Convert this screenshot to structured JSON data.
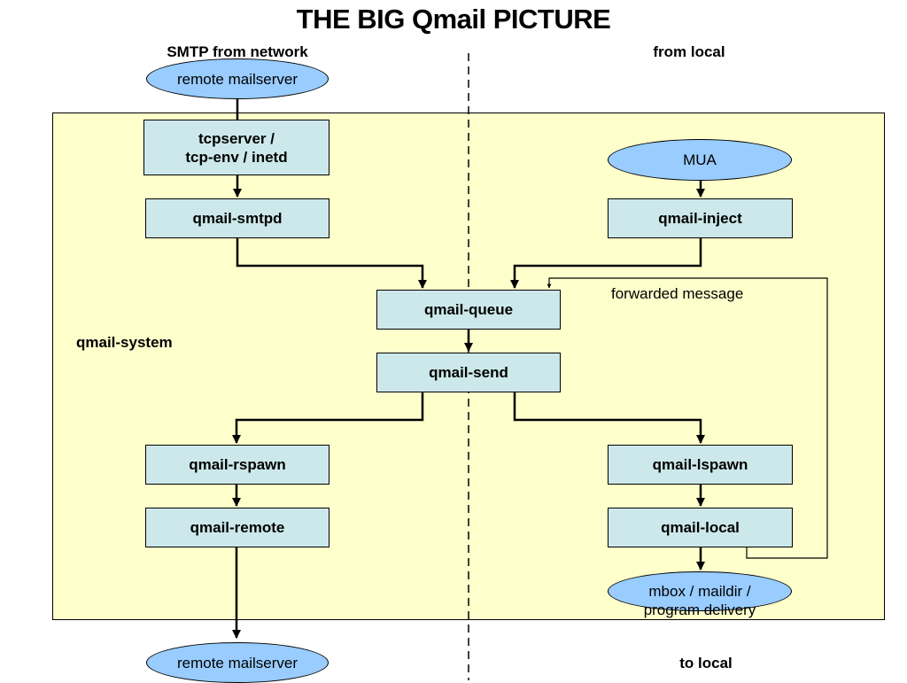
{
  "title": "THE BIG Qmail PICTURE",
  "headings": {
    "smtp_from_network": "SMTP from network",
    "from_local": "from local",
    "to_local": "to local"
  },
  "system_label": "qmail-system",
  "nodes": {
    "remote_mailserver_top": "remote mailserver",
    "tcpserver_line1": "tcpserver /",
    "tcpserver_line2": "tcp-env / inetd",
    "qmail_smtpd": "qmail-smtpd",
    "mua": "MUA",
    "qmail_inject": "qmail-inject",
    "qmail_queue": "qmail-queue",
    "qmail_send": "qmail-send",
    "qmail_rspawn": "qmail-rspawn",
    "qmail_remote": "qmail-remote",
    "qmail_lspawn": "qmail-lspawn",
    "qmail_local": "qmail-local",
    "delivery_line1": "mbox / maildir /",
    "delivery_line2": "program delivery",
    "remote_mailserver_bottom": "remote mailserver"
  },
  "annotations": {
    "forwarded_message": "forwarded message"
  },
  "colors": {
    "system_background": "#ffffcc",
    "process_box": "#cce8ea",
    "endpoint_oval_blue": "#99ccff",
    "endpoint_oval_plain": "#ffffff"
  }
}
